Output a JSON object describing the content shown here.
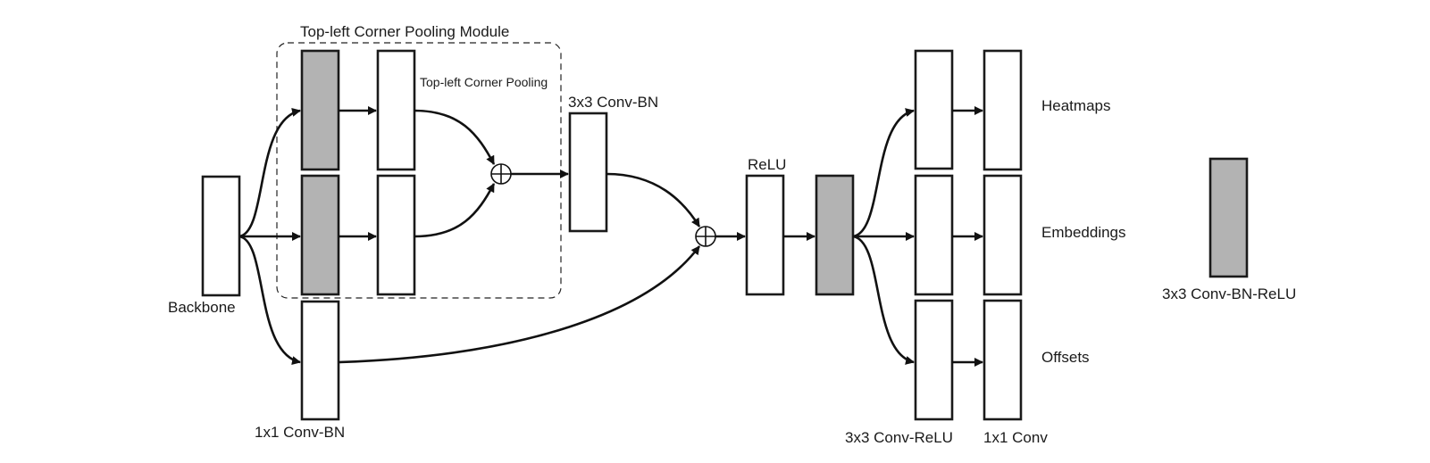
{
  "labels": {
    "module_title": "Top-left Corner Pooling Module",
    "corner_pooling": "Top-left Corner Pooling",
    "conv3_bn": "3x3 Conv-BN",
    "relu": "ReLU",
    "backbone": "Backbone",
    "conv1_bn": "1x1 Conv-BN",
    "heatmaps": "Heatmaps",
    "embeddings": "Embeddings",
    "offsets": "Offsets",
    "conv3_relu": "3x3 Conv-ReLU",
    "conv1": "1x1 Conv",
    "legend": "3x3 Conv-BN-ReLU"
  },
  "colors": {
    "gray_block": "#b3b3b3",
    "white_block": "#ffffff",
    "stroke": "#1a1a1a"
  }
}
